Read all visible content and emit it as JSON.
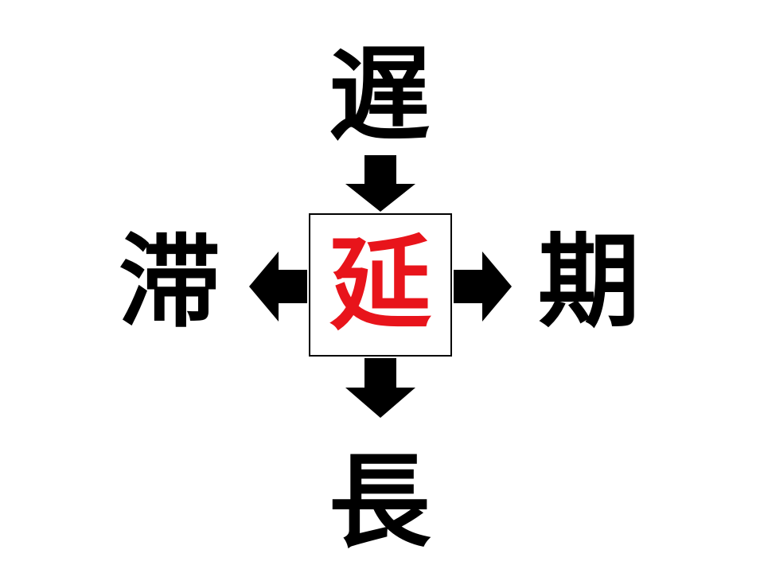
{
  "puzzle": {
    "top": "遅",
    "bottom": "長",
    "left": "滞",
    "right": "期",
    "center": "延"
  },
  "colors": {
    "text": "#000000",
    "center_text": "#e8141b",
    "arrow": "#000000",
    "box_border": "#000000"
  }
}
